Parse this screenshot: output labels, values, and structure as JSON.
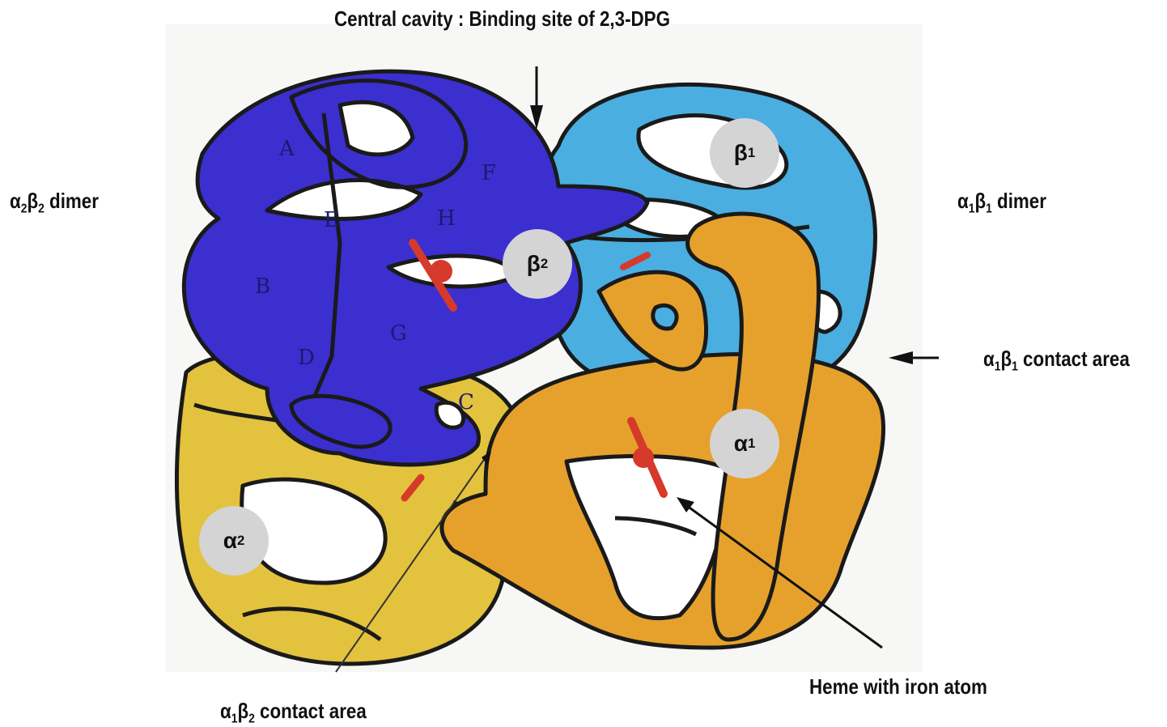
{
  "labels": {
    "top": "Central cavity : Binding site of 2,3-DPG",
    "left_dimer": {
      "main": "α",
      "s1": "2",
      "b": "β",
      "s2": "2",
      "rest": " dimer"
    },
    "right_dimer": {
      "main": "α",
      "s1": "1",
      "b": "β",
      "s2": "1",
      "rest": " dimer"
    },
    "contact_11": {
      "main": "α",
      "s1": "1",
      "b": "β",
      "s2": "1",
      "rest": " contact area"
    },
    "contact_12": {
      "main": "α",
      "s1": "1",
      "b": "β",
      "s2": "2",
      "rest": " contact area"
    },
    "heme": "Heme with iron atom"
  },
  "subunits": {
    "beta2": {
      "sym": "β",
      "sub": "2"
    },
    "beta1": {
      "sym": "β",
      "sub": "1"
    },
    "alpha1": {
      "sym": "α",
      "sub": "1"
    },
    "alpha2": {
      "sym": "α",
      "sub": "2"
    }
  },
  "helices": [
    "A",
    "F",
    "E",
    "H",
    "B",
    "G",
    "D",
    "C"
  ],
  "colors": {
    "beta2": "#3b2fd0",
    "beta1": "#4aaee0",
    "alpha1": "#e6a12c",
    "alpha2": "#e3c23e",
    "heme": "#d63a2a"
  }
}
